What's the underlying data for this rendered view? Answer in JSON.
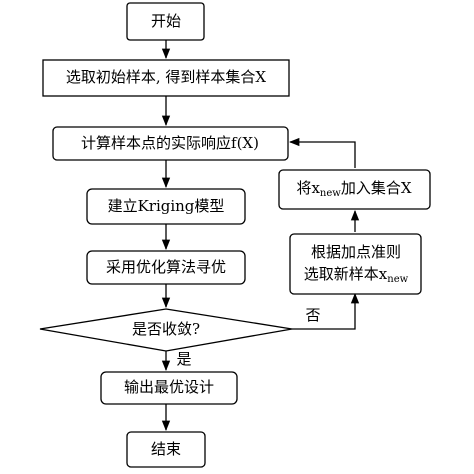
{
  "nodes": {
    "start": "开始",
    "sample": "选取初始样本, 得到样本集合X",
    "compute": "计算样本点的实际响应f(X)",
    "build": "建立Kriging模型",
    "optimize": "采用优化算法寻优",
    "converge": "是否收敛?",
    "output": "输出最优设计",
    "end": "结束",
    "select_line1": "根据加点准则",
    "select_line2": "选取新样本x",
    "select_sub": "new",
    "add_prefix": "将x",
    "add_sub": "new",
    "add_suffix": "加入集合X"
  },
  "edges": {
    "yes": "是",
    "no": "否"
  }
}
